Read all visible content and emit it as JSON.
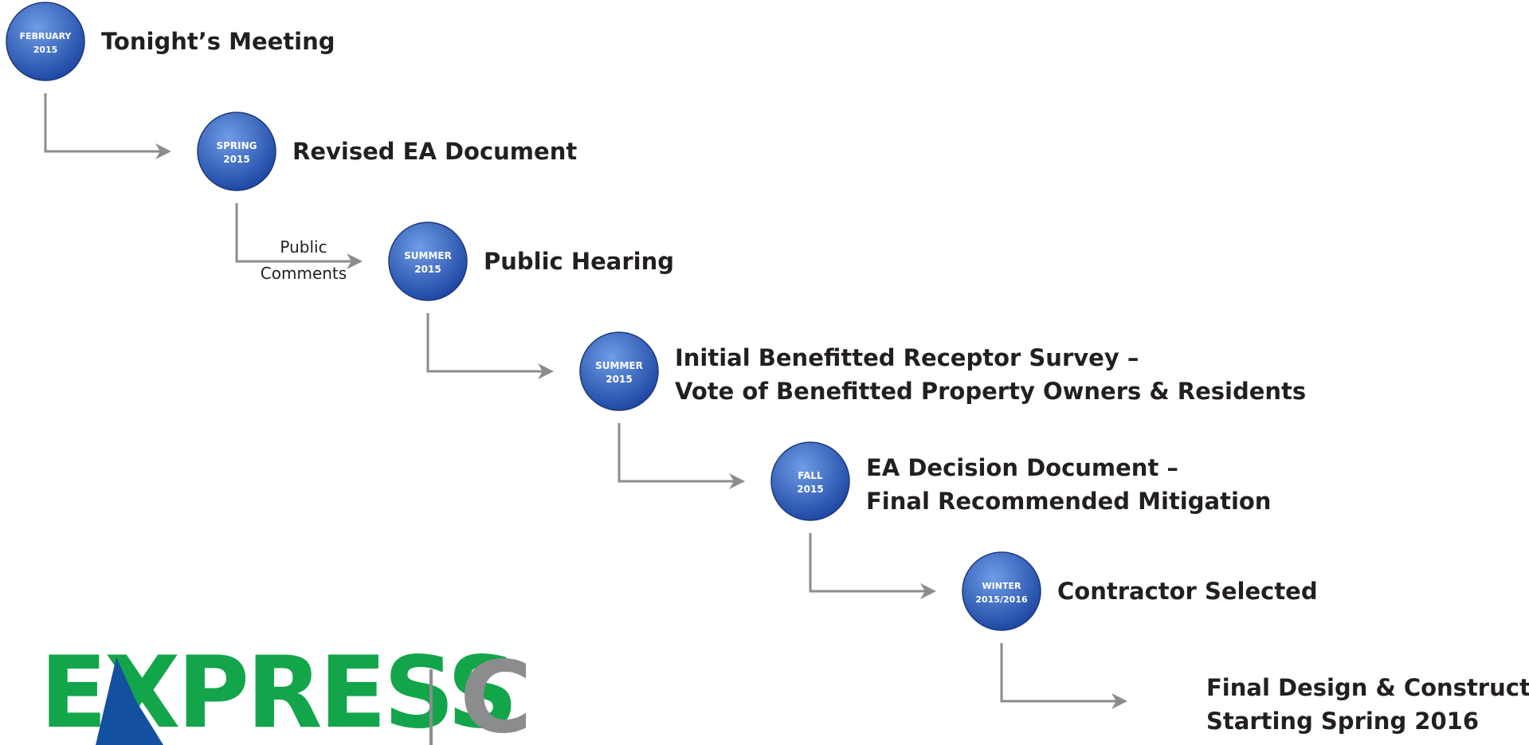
{
  "steps": [
    {
      "badge": [
        "FEBRUARY",
        "2015"
      ],
      "title": [
        "Tonight’s Meeting"
      ]
    },
    {
      "badge": [
        "SPRING",
        "2015"
      ],
      "title": [
        "Revised EA Document"
      ]
    },
    {
      "badge": [
        "SUMMER",
        "2015"
      ],
      "title": [
        "Public Hearing"
      ]
    },
    {
      "badge": [
        "SUMMER",
        "2015"
      ],
      "title": [
        "Initial Benefitted Receptor Survey –",
        "Vote of Benefitted Property Owners & Residents"
      ]
    },
    {
      "badge": [
        "FALL",
        "2015"
      ],
      "title": [
        "EA Decision Document –",
        "Final Recommended Mitigation"
      ]
    },
    {
      "badge": [
        "WINTER",
        "2015/2016"
      ],
      "title": [
        "Contractor Selected"
      ]
    },
    {
      "badge": [],
      "title": [
        "Final Design & Construction",
        "Starting Spring 2016"
      ]
    }
  ],
  "connector_notes": [
    {
      "after_step": 1,
      "lines": [
        "Public",
        "Comments"
      ]
    }
  ],
  "logos": {
    "primary_word": "EXPRESS",
    "secondary_letter": "C"
  },
  "colors": {
    "badge_light": "#6f9ce6",
    "badge_dark": "#1d47a3",
    "connector": "#8a8c8e",
    "label_text": "#231f20",
    "logo_green": "#12a54a",
    "logo_blue": "#1450a0",
    "logo_grey": "#8a8c8e"
  }
}
